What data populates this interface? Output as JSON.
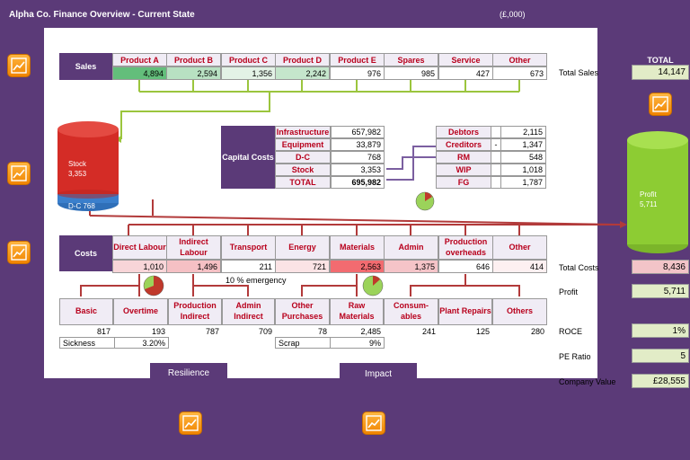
{
  "header": {
    "title": "Alpha Co. Finance Overview - Current State",
    "unit": "(£,000)"
  },
  "total_label": "TOTAL",
  "sales": {
    "label": "Sales",
    "products": [
      "Product A",
      "Product B",
      "Product C",
      "Product D",
      "Product E",
      "Spares",
      "Service",
      "Other"
    ],
    "values": [
      "4,894",
      "2,594",
      "1,356",
      "2,242",
      "976",
      "985",
      "427",
      "673"
    ],
    "fill": [
      "#63be7b",
      "#b8e1c2",
      "#e3f2e6",
      "#c5e6cc",
      "#ffffff",
      "#ffffff",
      "#ffffff",
      "#ffffff"
    ],
    "total_label": "Total Sales",
    "total": "14,147"
  },
  "stock": {
    "label": "Stock",
    "value": "3,353",
    "dc": "D-C 768"
  },
  "profit_cyl": {
    "label": "Profit",
    "value": "5,711"
  },
  "capital": {
    "label": "Capital Costs",
    "rows": [
      [
        "Infrastructure",
        "657,982"
      ],
      [
        "Equipment",
        "33,879"
      ],
      [
        "D-C",
        "768"
      ],
      [
        "Stock",
        "3,353"
      ],
      [
        "TOTAL",
        "695,982"
      ]
    ]
  },
  "working": {
    "rows": [
      [
        "Debtors",
        "",
        "2,115"
      ],
      [
        "Creditors",
        "-",
        "1,347"
      ],
      [
        "RM",
        "",
        "548"
      ],
      [
        "WIP",
        "",
        "1,018"
      ],
      [
        "FG",
        "",
        "1,787"
      ]
    ]
  },
  "costs": {
    "label": "Costs",
    "items": [
      "Direct Labour",
      "Indirect Labour",
      "Transport",
      "Energy",
      "Materials",
      "Admin",
      "Production overheads",
      "Other"
    ],
    "values": [
      "1,010",
      "1,496",
      "211",
      "721",
      "2,563",
      "1,375",
      "646",
      "414"
    ],
    "fill": [
      "#f8d5d8",
      "#f5c0c4",
      "#ffffff",
      "#fbe3e5",
      "#f26b70",
      "#f5c4c8",
      "#ffffff",
      "#fdf0f1"
    ],
    "emergency": "10 % emergency",
    "total_label": "Total Costs",
    "total": "8,436"
  },
  "sub": {
    "items": [
      "Basic",
      "Overtime",
      "Production Indirect",
      "Admin Indirect",
      "Other Purchases",
      "Raw Materials",
      "Consum-ables",
      "Plant Repairs",
      "Others"
    ],
    "values": [
      "817",
      "193",
      "787",
      "709",
      "78",
      "2,485",
      "241",
      "125",
      "280"
    ],
    "sickness_label": "Sickness",
    "sickness": "3.20%",
    "scrap_label": "Scrap",
    "scrap": "9%"
  },
  "kpis": [
    {
      "label": "Profit",
      "value": "5,711"
    },
    {
      "label": "ROCE",
      "value": "1%"
    },
    {
      "label": "PE Ratio",
      "value": "5"
    },
    {
      "label": "Company Value",
      "value": "£28,555"
    }
  ],
  "buttons": {
    "resilience": "Resilience",
    "impact": "Impact"
  },
  "icons": {
    "chart": "chart-trend-icon"
  }
}
